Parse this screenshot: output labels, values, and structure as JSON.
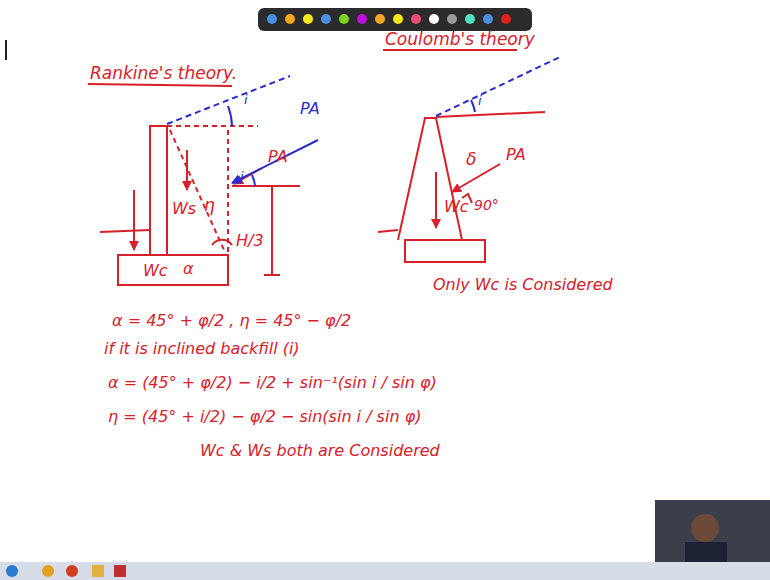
{
  "diagram": {
    "labels": [
      "Rankine's theory.",
      "Coulomb's theory",
      "i",
      "PA",
      "PA",
      "i",
      "Ws",
      "η",
      "Wc",
      "α",
      "H/3",
      "i",
      "PA",
      "δ",
      "90°",
      "Wc",
      "Only Wc is Considered",
      "α = 45° + φ/2 , η = 45° − φ/2",
      "if it is inclined backfill (i)",
      "α = (45° + φ/2) − i/2 + sin⁻¹(sin i / sin φ)",
      "η = (45° + i/2) − φ/2 − sin(sin i / sin φ)",
      "Wc & Ws both are Considered"
    ]
  }
}
